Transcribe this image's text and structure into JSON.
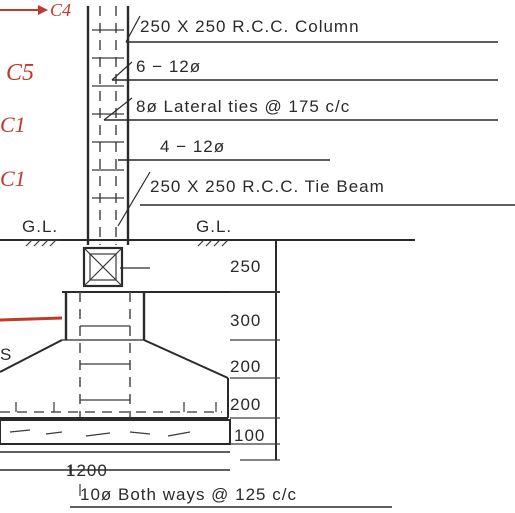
{
  "labels": {
    "column": "250 X 250 R.C.C. Column",
    "main_bars": "6 − 12ø",
    "lateral_ties": "8ø Lateral ties @ 175 c/c",
    "beam_bars": "4 − 12ø",
    "tie_beam": "250 X 250 R.C.C. Tie Beam",
    "bottom_bars": "10ø Both ways @ 125 c/c"
  },
  "ground_level": {
    "left": "G.L.",
    "right": "G.L."
  },
  "dimensions": {
    "d1": "250",
    "d2": "300",
    "d3": "200",
    "d4": "200",
    "d5": "100",
    "width": "1200"
  },
  "cut_labels": {
    "top": "C4",
    "a": "C5",
    "b": "C1",
    "c": "C1"
  },
  "colors": {
    "line": "#2a2a2a",
    "accent_red": "#c0392b"
  }
}
